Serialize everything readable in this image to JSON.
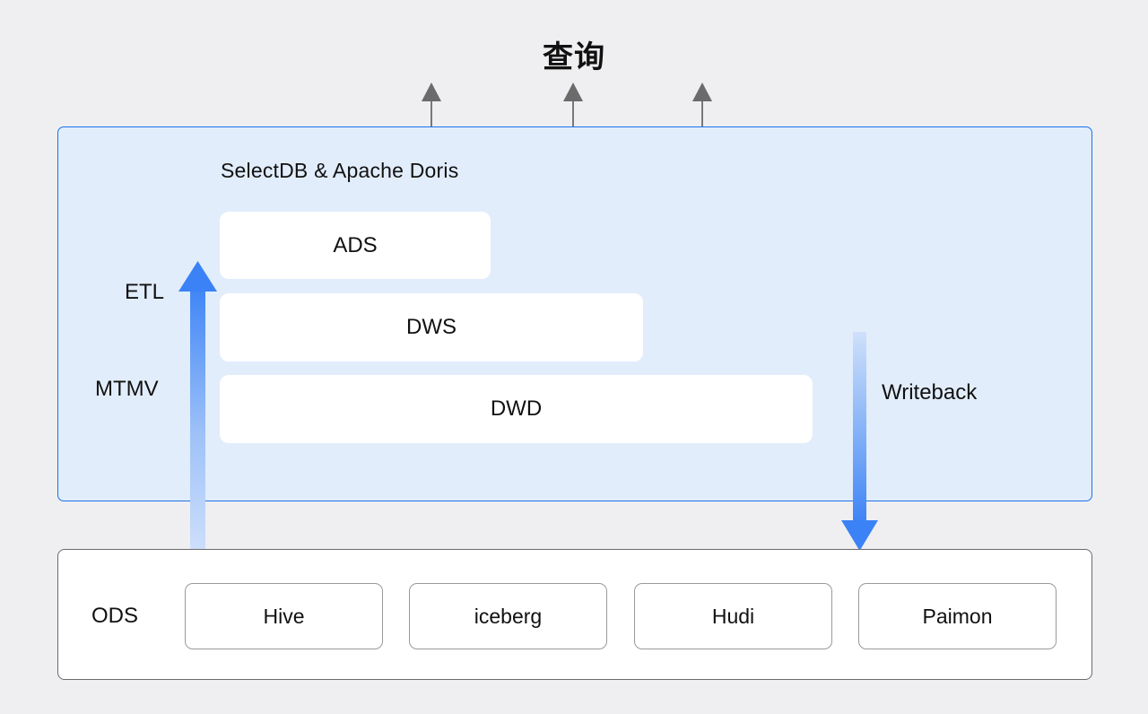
{
  "page": {
    "background": "#efeff1",
    "title": "查询"
  },
  "colors": {
    "panel_fill": "#e2edfb",
    "panel_border": "#1a73e8",
    "arrow_blue": "#3b82f6",
    "arrow_blue_light": "#cfe0fb",
    "arrow_gray": "#6b6b6b",
    "box_white": "#ffffff",
    "source_border": "#9a9a9a",
    "text": "#111111"
  },
  "doris_panel": {
    "title": "SelectDB & Apache Doris",
    "layers": [
      {
        "name": "ADS"
      },
      {
        "name": "DWS"
      },
      {
        "name": "DWD"
      }
    ],
    "left_labels": [
      {
        "label": "ETL"
      },
      {
        "label": "MTMV"
      }
    ],
    "right_labels": [
      {
        "label": "Writeback"
      }
    ]
  },
  "arrows": {
    "query": [
      {
        "name": "query-arrow-ads",
        "target": "ADS"
      },
      {
        "name": "query-arrow-dws",
        "target": "DWS"
      },
      {
        "name": "query-arrow-dwd",
        "target": "DWD"
      }
    ],
    "etl_up": {
      "direction": "up",
      "label": "ETL / MTMV"
    },
    "writeback_down": {
      "direction": "down",
      "label": "Writeback"
    }
  },
  "ods_panel": {
    "label": "ODS",
    "sources": [
      {
        "name": "Hive"
      },
      {
        "name": "iceberg"
      },
      {
        "name": "Hudi"
      },
      {
        "name": "Paimon"
      }
    ]
  }
}
